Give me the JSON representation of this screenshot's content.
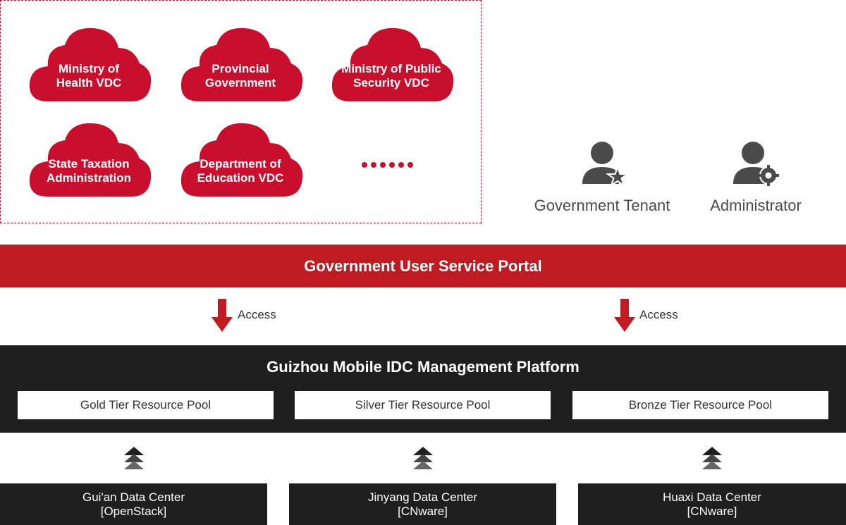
{
  "vdcs": [
    {
      "line1": "Ministry of",
      "line2": "Health VDC"
    },
    {
      "line1": "Provincial",
      "line2": "Government"
    },
    {
      "line1": "Ministry of Public",
      "line2": "Security VDC"
    },
    {
      "line1": "State Taxation",
      "line2": "Administration"
    },
    {
      "line1": "Department of",
      "line2": "Education VDC"
    }
  ],
  "roles": {
    "tenant": "Government Tenant",
    "admin": "Administrator"
  },
  "portal": {
    "title": "Government User Service Portal",
    "access_left": "Access",
    "access_right": "Access"
  },
  "platform": {
    "title": "Guizhou Mobile IDC Management Platform",
    "pools": [
      "Gold Tier Resource Pool",
      "Silver Tier Resource Pool",
      "Bronze Tier Resource Pool"
    ]
  },
  "data_centers": [
    {
      "name": "Gui'an Data Center",
      "stack": "[OpenStack]"
    },
    {
      "name": "Jinyang Data Center",
      "stack": "[CNware]"
    },
    {
      "name": "Huaxi Data Center",
      "stack": "[CNware]"
    }
  ],
  "colors": {
    "accent_red": "#bf1b23",
    "dark": "#1f1f1f",
    "icon_gray": "#4a4a4a"
  }
}
